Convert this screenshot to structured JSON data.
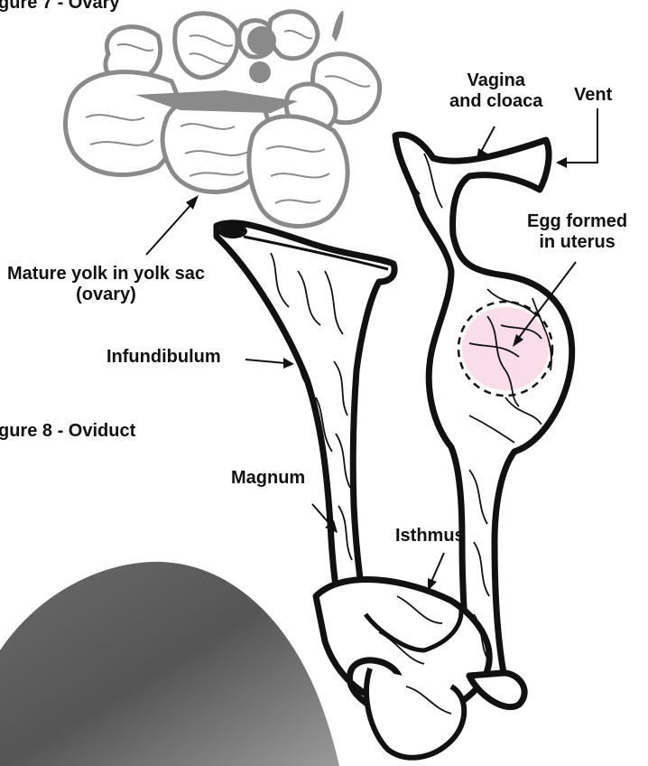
{
  "figures": {
    "ovary_title": "gure 7 - Ovary",
    "oviduct_title": "gure 8 - Oviduct"
  },
  "labels": {
    "vagina_cloaca_line1": "Vagina",
    "vagina_cloaca_line2": "and cloaca",
    "vent": "Vent",
    "egg_line1": "Egg formed",
    "egg_line2": "in uterus",
    "yolk_line1": "Mature yolk in yolk sac",
    "yolk_line2": "(ovary)",
    "infundibulum": "Infundibulum",
    "magnum": "Magnum",
    "isthmus": "Isthmus"
  },
  "colors": {
    "ink": "#111111",
    "ovary": "#8a8a8a",
    "egg_fill": "#f9dde8",
    "gradient_light": "#9a9a9a",
    "gradient_dark": "#4a4a4a"
  }
}
